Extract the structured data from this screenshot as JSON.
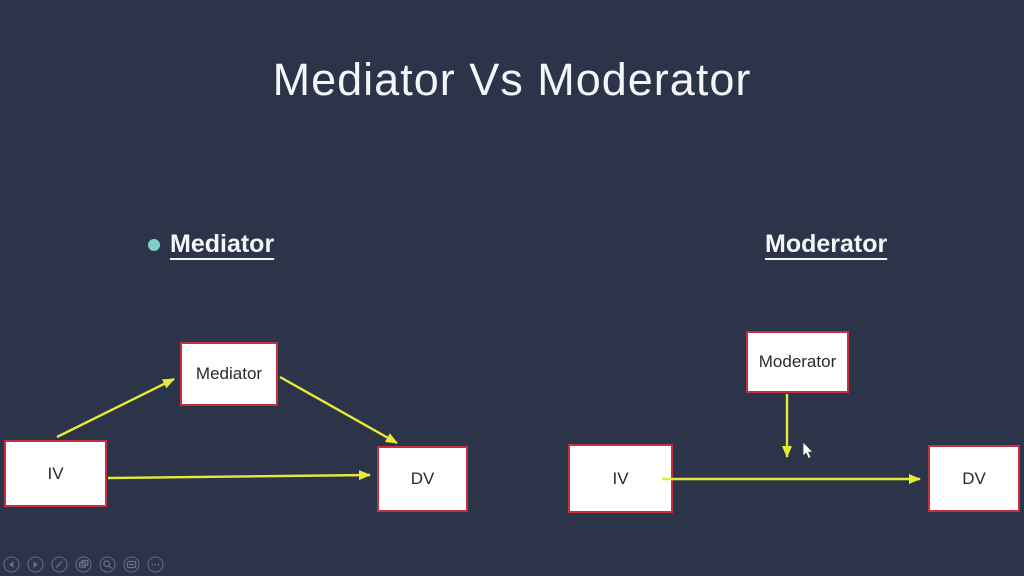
{
  "colors": {
    "background": "#2b3449",
    "box_fill": "#ffffff",
    "box_border": "#c5303e",
    "box_text": "#2a2a2a",
    "arrow": "#e6e93a",
    "bullet": "#7ed0c4",
    "text": "#f3f5f7",
    "toolbar_icon": "#7c889e"
  },
  "slide": {
    "title": "Mediator Vs Moderator"
  },
  "mediator_section": {
    "heading": "Mediator",
    "boxes": {
      "iv": "IV",
      "mediator": "Mediator",
      "dv": "DV"
    }
  },
  "moderator_section": {
    "heading": "Moderator",
    "boxes": {
      "iv": "IV",
      "moderator": "Moderator",
      "dv": "DV"
    }
  },
  "toolbar": {
    "items": [
      {
        "name": "previous-slide-icon"
      },
      {
        "name": "next-slide-icon"
      },
      {
        "name": "pen-tools-icon"
      },
      {
        "name": "see-all-slides-icon"
      },
      {
        "name": "zoom-icon"
      },
      {
        "name": "captions-icon"
      },
      {
        "name": "more-options-icon"
      }
    ]
  }
}
